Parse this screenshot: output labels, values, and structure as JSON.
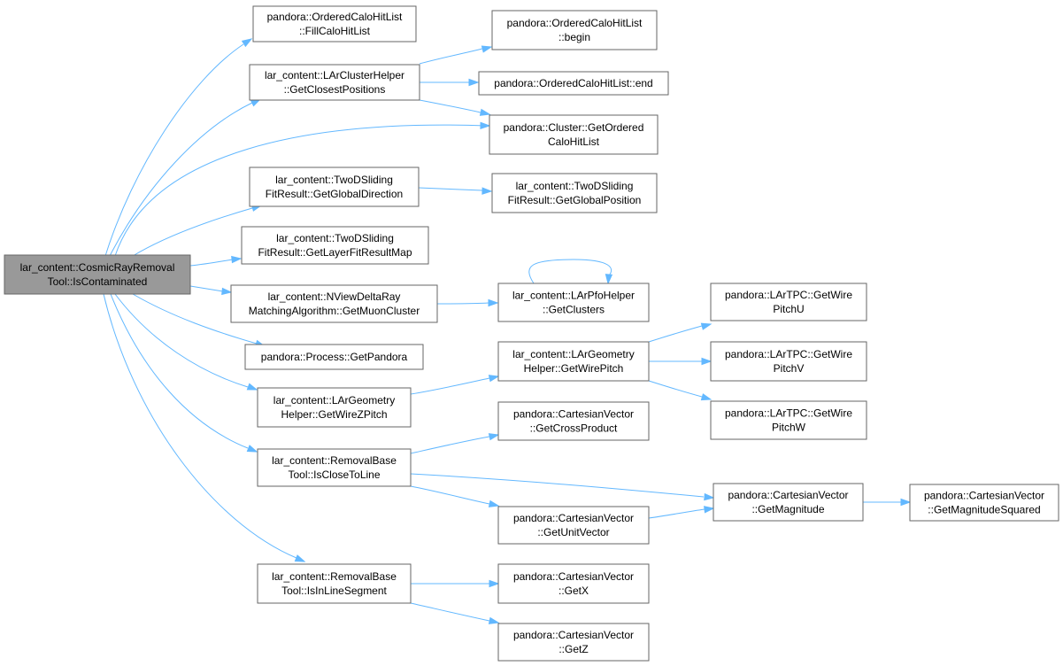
{
  "graph": {
    "root": "n0",
    "nodes": [
      {
        "id": "n0",
        "lines": [
          "lar_content::CosmicRayRemoval",
          "Tool::IsContaminated"
        ]
      },
      {
        "id": "n1",
        "lines": [
          "pandora::OrderedCaloHitList",
          "::FillCaloHitList"
        ]
      },
      {
        "id": "n2",
        "lines": [
          "lar_content::LArClusterHelper",
          "::GetClosestPositions"
        ]
      },
      {
        "id": "n3",
        "lines": [
          "pandora::Cluster::GetOrdered",
          "CaloHitList"
        ]
      },
      {
        "id": "n4",
        "lines": [
          "lar_content::TwoDSliding",
          "FitResult::GetGlobalDirection"
        ]
      },
      {
        "id": "n5",
        "lines": [
          "lar_content::TwoDSliding",
          "FitResult::GetLayerFitResultMap"
        ]
      },
      {
        "id": "n6",
        "lines": [
          "lar_content::NViewDeltaRay",
          "MatchingAlgorithm::GetMuonCluster"
        ]
      },
      {
        "id": "n7",
        "lines": [
          "pandora::Process::GetPandora"
        ]
      },
      {
        "id": "n8",
        "lines": [
          "lar_content::LArGeometry",
          "Helper::GetWireZPitch"
        ]
      },
      {
        "id": "n9",
        "lines": [
          "lar_content::RemovalBase",
          "Tool::IsCloseToLine"
        ]
      },
      {
        "id": "n10",
        "lines": [
          "lar_content::RemovalBase",
          "Tool::IsInLineSegment"
        ]
      },
      {
        "id": "n11",
        "lines": [
          "pandora::OrderedCaloHitList",
          "::begin"
        ]
      },
      {
        "id": "n12",
        "lines": [
          "pandora::OrderedCaloHitList::end"
        ]
      },
      {
        "id": "n13",
        "lines": [
          "lar_content::TwoDSliding",
          "FitResult::GetGlobalPosition"
        ]
      },
      {
        "id": "n14",
        "lines": [
          "lar_content::LArPfoHelper",
          "::GetClusters"
        ]
      },
      {
        "id": "n15",
        "lines": [
          "lar_content::LArGeometry",
          "Helper::GetWirePitch"
        ]
      },
      {
        "id": "n16",
        "lines": [
          "pandora::CartesianVector",
          "::GetCrossProduct"
        ]
      },
      {
        "id": "n17",
        "lines": [
          "pandora::CartesianVector",
          "::GetUnitVector"
        ]
      },
      {
        "id": "n18",
        "lines": [
          "pandora::CartesianVector",
          "::GetX"
        ]
      },
      {
        "id": "n19",
        "lines": [
          "pandora::CartesianVector",
          "::GetZ"
        ]
      },
      {
        "id": "n20",
        "lines": [
          "pandora::LArTPC::GetWire",
          "PitchU"
        ]
      },
      {
        "id": "n21",
        "lines": [
          "pandora::LArTPC::GetWire",
          "PitchV"
        ]
      },
      {
        "id": "n22",
        "lines": [
          "pandora::LArTPC::GetWire",
          "PitchW"
        ]
      },
      {
        "id": "n23",
        "lines": [
          "pandora::CartesianVector",
          "::GetMagnitude"
        ]
      },
      {
        "id": "n24",
        "lines": [
          "pandora::CartesianVector",
          "::GetMagnitudeSquared"
        ]
      }
    ],
    "edges": [
      [
        "n0",
        "n1"
      ],
      [
        "n0",
        "n2"
      ],
      [
        "n0",
        "n3"
      ],
      [
        "n0",
        "n4"
      ],
      [
        "n0",
        "n5"
      ],
      [
        "n0",
        "n6"
      ],
      [
        "n0",
        "n7"
      ],
      [
        "n0",
        "n8"
      ],
      [
        "n0",
        "n9"
      ],
      [
        "n0",
        "n10"
      ],
      [
        "n2",
        "n11"
      ],
      [
        "n2",
        "n12"
      ],
      [
        "n2",
        "n3"
      ],
      [
        "n4",
        "n13"
      ],
      [
        "n6",
        "n14"
      ],
      [
        "n14",
        "n14"
      ],
      [
        "n8",
        "n15"
      ],
      [
        "n15",
        "n20"
      ],
      [
        "n15",
        "n21"
      ],
      [
        "n15",
        "n22"
      ],
      [
        "n9",
        "n16"
      ],
      [
        "n9",
        "n17"
      ],
      [
        "n9",
        "n23"
      ],
      [
        "n17",
        "n23"
      ],
      [
        "n23",
        "n24"
      ],
      [
        "n10",
        "n18"
      ],
      [
        "n10",
        "n19"
      ]
    ]
  }
}
